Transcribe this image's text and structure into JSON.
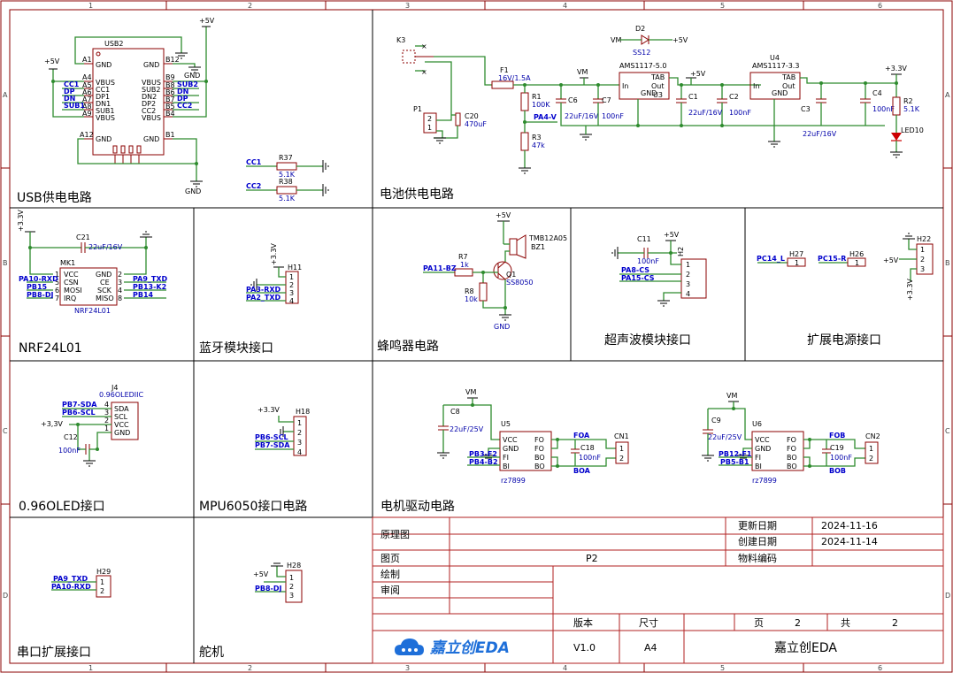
{
  "colors": {
    "wire": "#2e8b2e",
    "symbol": "#8b0000",
    "net_label": "#0000cc",
    "value": "#0000aa",
    "title_border": "#b22222",
    "led": "#cc0000",
    "logo": "#1e6fd9"
  },
  "sections": {
    "usb": "USB供电电路",
    "battery": "电池供电电路",
    "nrf": "NRF24L01",
    "bt": "蓝牙模块接口",
    "buzzer": "蜂鸣器电路",
    "ultra": "超声波模块接口",
    "pwr_ext": "扩展电源接口",
    "oled": "0.96OLED接口",
    "mpu": "MPU6050接口电路",
    "motor": "电机驱动电路",
    "uart": "串口扩展接口",
    "servo": "舵机"
  },
  "grid": {
    "cols": [
      "1",
      "2",
      "3",
      "4",
      "5",
      "6"
    ],
    "rows": [
      "A",
      "B",
      "C",
      "D"
    ]
  },
  "usb": {
    "ref": "USB2",
    "p5v": "+5V",
    "p5v_left": "+5V",
    "gnd1": "GND",
    "gnd2": "GND",
    "lp": [
      "A1",
      "A4",
      "A5",
      "A6",
      "A7",
      "A8",
      "A9",
      "A12"
    ],
    "lpn": [
      "GND",
      "VBUS",
      "CC1",
      "DP1",
      "DN1",
      "SUB1",
      "VBUS",
      "GND"
    ],
    "rp": [
      "B12",
      "B9",
      "B8",
      "B6",
      "B7",
      "B5",
      "B4",
      "B1"
    ],
    "rpn": [
      "GND",
      "VBUS",
      "SUB2",
      "DN2",
      "DP2",
      "CC2",
      "VBUS",
      "GND"
    ],
    "nl": [
      "CC1",
      "DP",
      "DN",
      "SUB1"
    ],
    "nr": [
      "SUB2",
      "DN",
      "DP",
      "CC2"
    ],
    "cc1": "CC1",
    "cc2": "CC2",
    "r37": "R37",
    "r38": "R38",
    "r37v": "5.1K",
    "r38v": "5.1K",
    "gnd3": "GND"
  },
  "bat": {
    "k3": "K3",
    "p1": "P1",
    "c20": "C20",
    "c20v": "470uF",
    "f1": "F1",
    "f1v": "16V/1.5A",
    "r1": "R1",
    "r1v": "100K",
    "r3": "R3",
    "r3v": "47k",
    "pa4": "PA4-V",
    "vm": "VM",
    "vm2": "VM",
    "c6": "C6",
    "c6v": "22uF/16V",
    "c7": "C7",
    "c7v": "100nF",
    "d2": "D2",
    "d2v": "SS12",
    "u3": "U3",
    "u3v": "AMS1117-5.0",
    "in": "In",
    "gnd": "GND",
    "tab": "TAB",
    "out": "Out",
    "p5v": "+5V",
    "p5v2": "+5V",
    "c1": "C1",
    "c1v": "22uF/16V",
    "c2": "C2",
    "c2v": "100nF",
    "u4": "U4",
    "u4v": "AMS1117-3.3",
    "c3": "C3",
    "c3v": "22uF/16V",
    "c4": "C4",
    "c4v": "100nF",
    "p33": "+3.3V",
    "r2": "R2",
    "r2v": "5.1K",
    "led": "LED10"
  },
  "nrf": {
    "p33": "+3.3V",
    "c21": "C21",
    "c21v": "22uF/16V",
    "mk1": "MK1",
    "name": "NRF24L01",
    "lp": [
      "1",
      "5",
      "6",
      "7"
    ],
    "lpn": [
      "VCC",
      "CSN",
      "MOSI",
      "IRQ"
    ],
    "rp": [
      "2",
      "3",
      "4",
      "8"
    ],
    "rpn": [
      "GND",
      "CE",
      "SCK",
      "MISO"
    ],
    "nl": [
      "PA10-RXD",
      "PB15",
      "PB8-DJ"
    ],
    "nr": [
      "PA9_TXD",
      "PB13-K2",
      "PB14"
    ]
  },
  "bt": {
    "p33": "+3.3V",
    "h": "H11",
    "nets": [
      "PA3-RXD",
      "PA2_TXD"
    ]
  },
  "buz": {
    "p5v": "+5V",
    "bz": "TMB12A05",
    "bzr": "BZ1",
    "r7": "R7",
    "r7v": "1k",
    "r8": "R8",
    "r8v": "10k",
    "q1": "Q1",
    "q1v": "SS8050",
    "net": "PA11-BZ",
    "gnd": "GND"
  },
  "ultra": {
    "c11": "C11",
    "c11v": "100nF",
    "p5v": "+5V",
    "h": "H2",
    "nets": [
      "PA8-CS",
      "PA15-CS"
    ],
    "pins": [
      "1",
      "2",
      "3",
      "4"
    ]
  },
  "pwr": {
    "n1": "PC14_L",
    "h27": "H27",
    "n2": "PC15-R",
    "h26": "H26",
    "h22": "H22",
    "p5v": "+5V",
    "p33": "+3.3V"
  },
  "oled": {
    "j4": "J4",
    "j4v": "0.96OLEDIIC",
    "nets": [
      "PB7-SDA",
      "PB6-SCL"
    ],
    "pins": [
      "SDA",
      "SCL",
      "VCC",
      "GND"
    ],
    "p33": "+3,3V",
    "c12": "C12",
    "c12v": "100nF"
  },
  "mpu": {
    "p33": "+3.3V",
    "h": "H18",
    "nets": [
      "PB6-SCL",
      "PB7-SDA"
    ]
  },
  "motor": {
    "vm": "VM",
    "c8": "C8",
    "c8v": "22uF/25V",
    "u5": "U5",
    "u5v": "rz7899",
    "lp": [
      "VCC",
      "GND",
      "FI",
      "BI"
    ],
    "rp": [
      "FO",
      "FO",
      "BO",
      "BO"
    ],
    "n1": "PB3-F2",
    "n2": "PB4-B2",
    "foa": "FOA",
    "boa": "BOA",
    "c18": "C18",
    "c18v": "100nF",
    "cn1": "CN1",
    "vm2": "VM",
    "c9": "C9",
    "c9v": "22uF/25V",
    "u6": "U6",
    "u6v": "rz7899",
    "n3": "PB12-F1",
    "n4": "PB5-B1",
    "fob": "FOB",
    "bob": "BOB",
    "c19": "C19",
    "c19v": "100nF",
    "cn2": "CN2"
  },
  "uart": {
    "h29": "H29",
    "nets": [
      "PA9_TXD",
      "PA10-RXD"
    ]
  },
  "servo": {
    "p5v": "+5V",
    "h28": "H28",
    "net": "PB8-DJ"
  },
  "title": {
    "schematic": "原理图",
    "update": "更新日期",
    "update_val": "2024-11-16",
    "create": "创建日期",
    "create_val": "2024-11-14",
    "page": "图页",
    "page_val": "P2",
    "material": "物料编码",
    "draw": "绘制",
    "review": "审阅",
    "version": "版本",
    "size": "尺寸",
    "page_no": "页",
    "page_no_val": "2",
    "total": "共",
    "total_val": "2",
    "ver_val": "V1.0",
    "size_val": "A4",
    "company": "嘉立创EDA",
    "logo": "嘉立创EDA"
  }
}
